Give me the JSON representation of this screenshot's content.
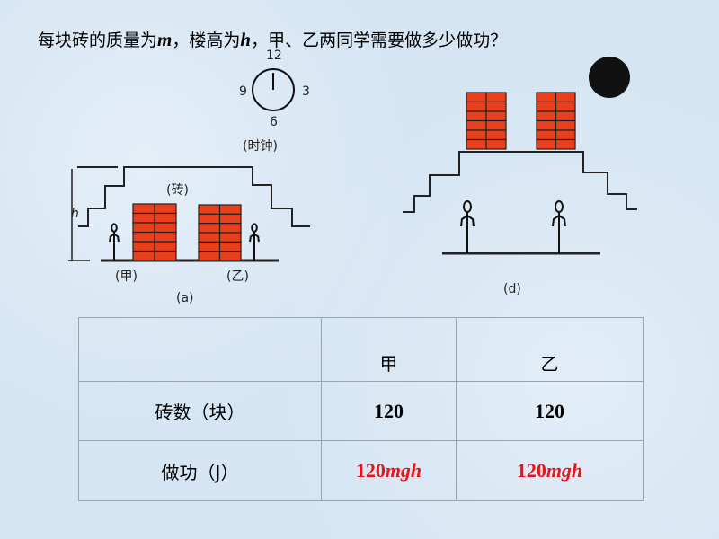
{
  "question": {
    "part1": "每块砖的质量为",
    "m": "m",
    "part2": "，楼高为",
    "h": "h",
    "part3": "，甲、乙两同学需要做多少做功？"
  },
  "figure_a": {
    "clock_label": "(时钟)",
    "clock_numbers": [
      "12",
      "3",
      "6",
      "9"
    ],
    "brick_label": "(砖)",
    "height_label": "h",
    "person1": "(甲)",
    "person2": "(乙)",
    "caption": "(a)"
  },
  "figure_d": {
    "caption": "(d)"
  },
  "table": {
    "headers": [
      "",
      "甲",
      "乙"
    ],
    "rows": [
      {
        "label": "砖数（块）",
        "jia": "120",
        "yi": "120"
      },
      {
        "label": "做功（J）",
        "jia_num": "120",
        "jia_unit": "mgh",
        "yi_num": "120",
        "yi_unit": "mgh"
      }
    ]
  },
  "colors": {
    "brick": "#e8401c",
    "answer": "#e8141b"
  }
}
